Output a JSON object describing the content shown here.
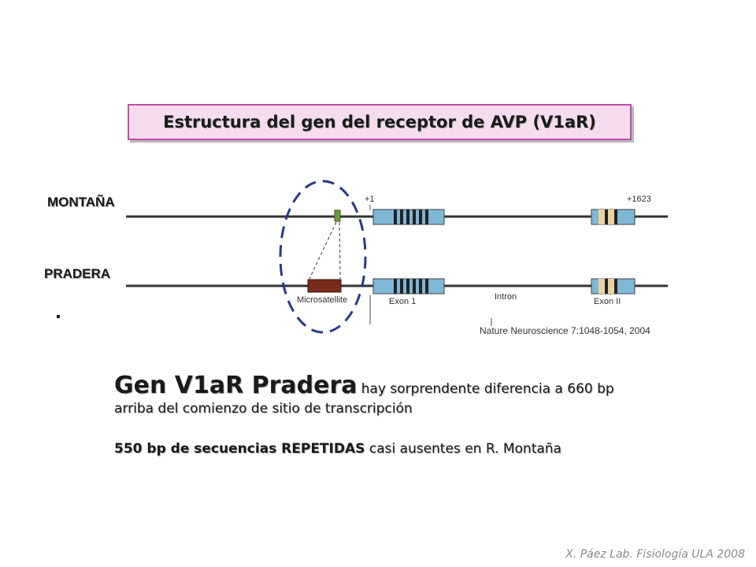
{
  "title": "Estructura del gen del receptor de AVP (V1aR)",
  "tracks": {
    "montana_label": "MONTAÑA",
    "pradera_label": "PRADERA"
  },
  "diagram": {
    "start_label": "+1",
    "end_label": "+1623",
    "microsatellite_label": "Microsatellite",
    "exon1_label": "Exon 1",
    "intron_label": "Intron",
    "exon2_label": "Exon II"
  },
  "citation": "Nature Neuroscience 7:1048-1054,  2004",
  "text": {
    "line1_bold": "Gen V1aR Pradera",
    "line1_rest": "hay sorprendente diferencia a 660 bp",
    "line2": "arriba del comienzo de sitio de transcripción",
    "line3_bold": "550 bp de secuencias REPETIDAS",
    "line3_rest": "casi ausentes en R. Montaña"
  },
  "footer": "X. Páez  Lab. Fisiología ULA 2008",
  "colors": {
    "title_border": "#c04fa8",
    "title_bg": "#f6dcef",
    "exon_blue": "#7fb7d6",
    "microsatellite": "#7a2c1c",
    "small_marker": "#6a9a3a",
    "ellipse": "#2a3a8a"
  }
}
